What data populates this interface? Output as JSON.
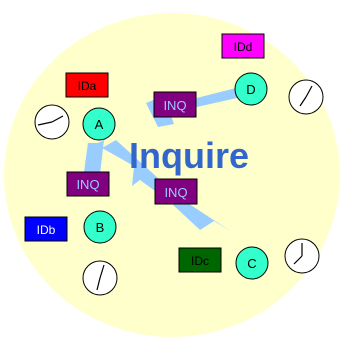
{
  "title": "Inquire",
  "colors": {
    "area": "#FFFFCC",
    "arrow": "#99CCFF",
    "node": "#33FFCC",
    "inq_box": "#800080",
    "inq_text": "#99CCFF",
    "title_text": "#3366CC"
  },
  "nodes": [
    {
      "id": "A",
      "label": "A"
    },
    {
      "id": "B",
      "label": "B"
    },
    {
      "id": "C",
      "label": "C"
    },
    {
      "id": "D",
      "label": "D"
    }
  ],
  "id_tags": [
    {
      "node": "A",
      "label": "IDa",
      "fill": "#FF0000",
      "text_color": "#000000"
    },
    {
      "node": "B",
      "label": "IDb",
      "fill": "#0000FF",
      "text_color": "#FFFFFF"
    },
    {
      "node": "C",
      "label": "IDc",
      "fill": "#006600",
      "text_color": "#000000"
    },
    {
      "node": "D",
      "label": "IDd",
      "fill": "#FF00FF",
      "text_color": "#000000"
    }
  ],
  "messages": [
    {
      "label": "INQ",
      "from": "A",
      "to": "D"
    },
    {
      "label": "INQ",
      "from": "A",
      "to": "B"
    },
    {
      "label": "INQ",
      "from": "A",
      "to": "C"
    }
  ],
  "clocks": [
    {
      "node": "A",
      "icon": "clock-icon"
    },
    {
      "node": "B",
      "icon": "clock-icon"
    },
    {
      "node": "C",
      "icon": "clock-icon"
    },
    {
      "node": "D",
      "icon": "clock-icon"
    }
  ]
}
